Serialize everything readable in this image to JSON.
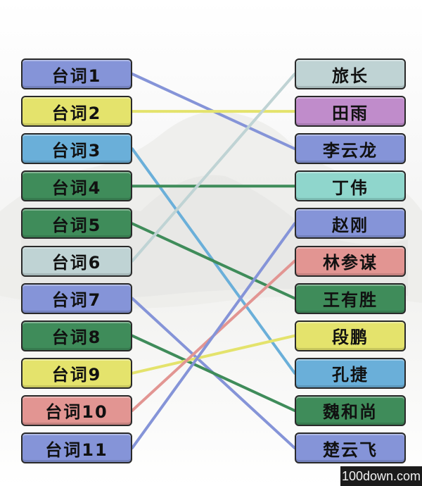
{
  "colors": {
    "blue": "#8594d8",
    "yellow": "#e4e36c",
    "sky": "#6aafd9",
    "green": "#3f8c5a",
    "pale": "#bfd3d4",
    "purple": "#c08ccb",
    "teal": "#8fd6cc",
    "pink": "#e29592"
  },
  "left_items": [
    {
      "label": "台词1",
      "color": "blue"
    },
    {
      "label": "台词2",
      "color": "yellow"
    },
    {
      "label": "台词3",
      "color": "sky"
    },
    {
      "label": "台词4",
      "color": "green"
    },
    {
      "label": "台词5",
      "color": "green"
    },
    {
      "label": "台词6",
      "color": "pale"
    },
    {
      "label": "台词7",
      "color": "blue"
    },
    {
      "label": "台词8",
      "color": "green"
    },
    {
      "label": "台词9",
      "color": "yellow"
    },
    {
      "label": "台词10",
      "color": "pink"
    },
    {
      "label": "台词11",
      "color": "blue"
    }
  ],
  "right_items": [
    {
      "label": "旅长",
      "color": "pale"
    },
    {
      "label": "田雨",
      "color": "purple"
    },
    {
      "label": "李云龙",
      "color": "blue"
    },
    {
      "label": "丁伟",
      "color": "teal"
    },
    {
      "label": "赵刚",
      "color": "blue"
    },
    {
      "label": "林参谋",
      "color": "pink"
    },
    {
      "label": "王有胜",
      "color": "green"
    },
    {
      "label": "段鹏",
      "color": "yellow"
    },
    {
      "label": "孔捷",
      "color": "sky"
    },
    {
      "label": "魏和尚",
      "color": "green"
    },
    {
      "label": "楚云飞",
      "color": "blue"
    }
  ],
  "connections": [
    {
      "from": 0,
      "to": 2,
      "color": "blue"
    },
    {
      "from": 1,
      "to": 1,
      "color": "yellow"
    },
    {
      "from": 2,
      "to": 8,
      "color": "sky"
    },
    {
      "from": 3,
      "to": 3,
      "color": "green"
    },
    {
      "from": 4,
      "to": 6,
      "color": "green"
    },
    {
      "from": 5,
      "to": 0,
      "color": "pale"
    },
    {
      "from": 6,
      "to": 10,
      "color": "blue"
    },
    {
      "from": 7,
      "to": 9,
      "color": "green"
    },
    {
      "from": 8,
      "to": 7,
      "color": "yellow"
    },
    {
      "from": 9,
      "to": 5,
      "color": "pink"
    },
    {
      "from": 10,
      "to": 4,
      "color": "blue"
    }
  ],
  "watermark": "100down.com"
}
